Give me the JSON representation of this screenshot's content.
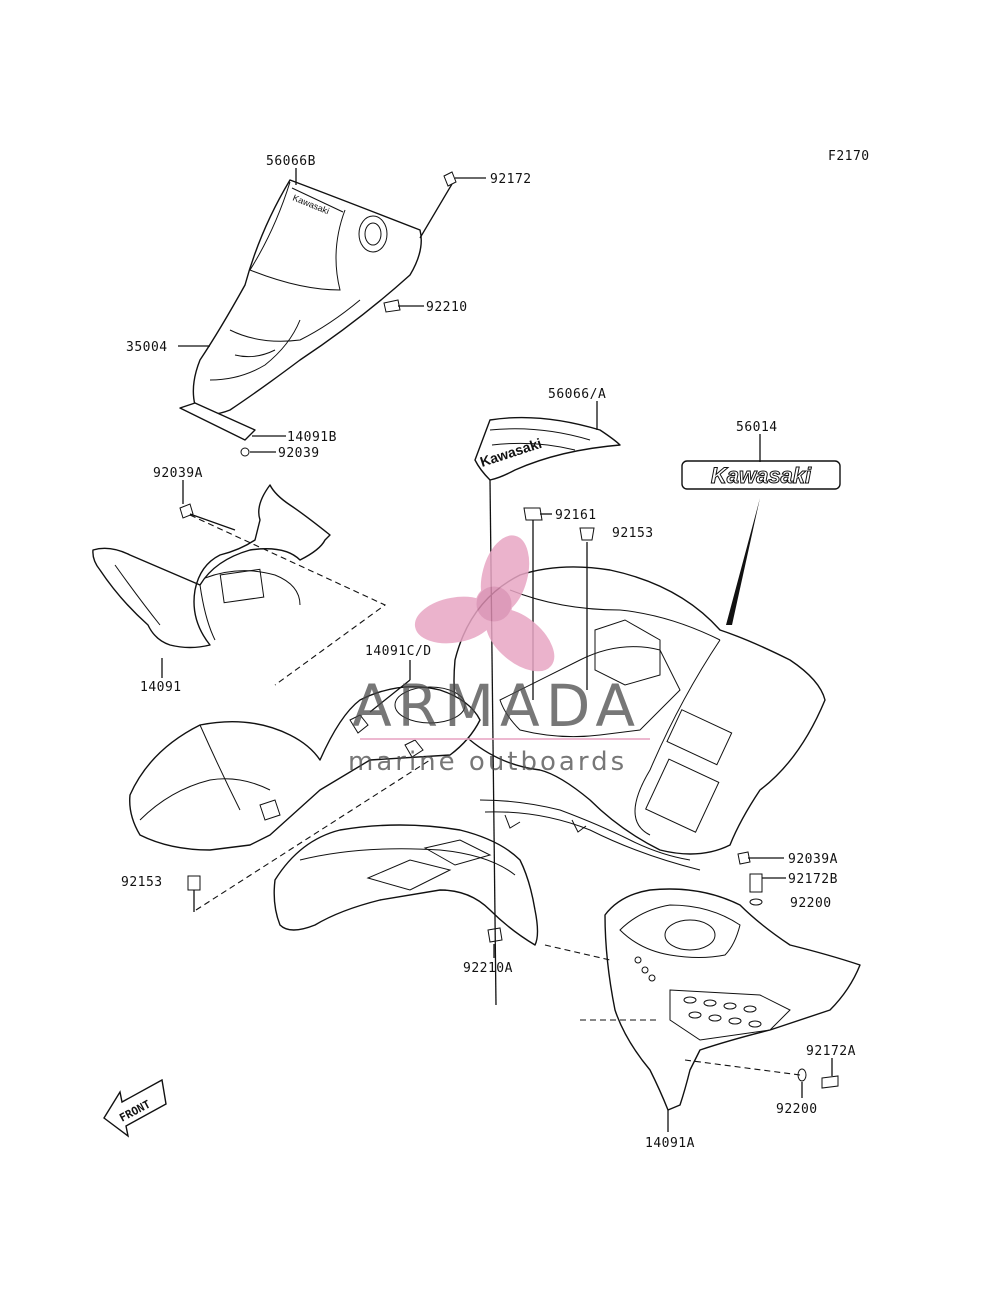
{
  "figure_code": "F2170",
  "labels": {
    "p56066B": "56066B",
    "p92172": "92172",
    "p92210": "92210",
    "p35004": "35004",
    "p14091B": "14091B",
    "p92039": "92039",
    "p92039A_top": "92039A",
    "p56066A": "56066/A",
    "p56014": "56014",
    "p92161": "92161",
    "p92153_top": "92153",
    "p14091": "14091",
    "p14091CD": "14091C/D",
    "p92153_left": "92153",
    "p92039A_right": "92039A",
    "p92172B": "92172B",
    "p92200_right": "92200",
    "p92210A": "92210A",
    "p92172A": "92172A",
    "p92200_bottom": "92200",
    "p14091A": "14091A"
  },
  "decal_text": {
    "kawasaki_logo": "Kawasaki",
    "hood_decal": "Kawasaki",
    "center_decal": "Kawasaki"
  },
  "front_arrow": "FRONT",
  "watermark": {
    "brand": "ARMADA",
    "tagline": "marine outboards",
    "accent_color": "#e8a6c4"
  }
}
